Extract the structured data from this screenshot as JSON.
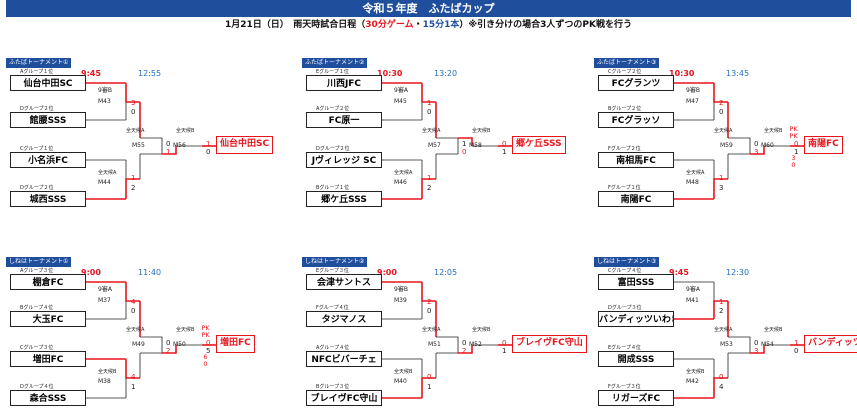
{
  "header": {
    "title": "令和５年度　ふたばカップ",
    "date": "1月21日（日）　雨天時試合日程（",
    "format_red": "30分ゲーム",
    "format_dot": "・",
    "format_blue": "15分1本",
    "close": "）",
    "note": "※引き分けの場合3人ずつのPK戦を行う"
  },
  "brackets": [
    {
      "label": "ふたばトーナメント①",
      "time1": "9:45",
      "time2": "12:55",
      "teams": [
        {
          "group": "Aグループ１位",
          "name": "仙台中田SC"
        },
        {
          "group": "Dグループ２位",
          "name": "館腰SSS"
        },
        {
          "group": "Cグループ１位",
          "name": "小名浜FC"
        },
        {
          "group": "Dグループ２位",
          "name": "城西SSS"
        }
      ],
      "ref1": "9審B",
      "m1": "M43",
      "ref2": "全天候A",
      "m2": "M44",
      "semi_ref": "全天候A",
      "semi": "M55",
      "final_ref": "全天候B",
      "final": "M56",
      "s1": [
        "3",
        "0"
      ],
      "s2": [
        "1",
        "2"
      ],
      "s3": [
        "0",
        "1"
      ],
      "s4": [
        "1",
        "0"
      ],
      "pk": [],
      "winner": "仙台中田SC"
    },
    {
      "label": "ふたばトーナメント②",
      "time1": "10:30",
      "time2": "13:20",
      "teams": [
        {
          "group": "Eグループ１位",
          "name": "川西JFC"
        },
        {
          "group": "Aグループ２位",
          "name": "FC原一"
        },
        {
          "group": "Dグループ２位",
          "name": "Jヴィレッジ SC"
        },
        {
          "group": "Bグループ１位",
          "name": "郷ケ丘SSS"
        }
      ],
      "ref1": "9審A",
      "m1": "M45",
      "ref2": "全天候A",
      "m2": "M46",
      "semi_ref": "全天候A",
      "semi": "M57",
      "final_ref": "全天候B",
      "final": "M58",
      "s1": [
        "1",
        "0"
      ],
      "s2": [
        "1",
        "2"
      ],
      "s3": [
        "1",
        "0"
      ],
      "s4": [
        "0",
        "1"
      ],
      "pk": [],
      "winner": "郷ケ丘SSS"
    },
    {
      "label": "ふたばトーナメント③",
      "time1": "10:30",
      "time2": "13:45",
      "teams": [
        {
          "group": "Cグループ２位",
          "name": "FCグランツ"
        },
        {
          "group": "Bグループ２位",
          "name": "FCグラッソ"
        },
        {
          "group": "Fグループ２位",
          "name": "南相馬FC"
        },
        {
          "group": "Fグループ１位",
          "name": "南陽FC"
        }
      ],
      "ref1": "9審B",
      "m1": "M47",
      "ref2": "全天候A",
      "m2": "M48",
      "semi_ref": "全天候A",
      "semi": "M59",
      "final_ref": "全天候B",
      "final": "M60",
      "s1": [
        "2",
        "0"
      ],
      "s2": [
        "1",
        "3"
      ],
      "s3": [
        "0",
        "3"
      ],
      "s4": [
        "0",
        "1"
      ],
      "pk": [
        "PK",
        "PK",
        "3",
        "0"
      ],
      "winner": "南陽FC"
    },
    {
      "label": "しねはトーナメント①",
      "time1": "9:00",
      "time2": "11:40",
      "teams": [
        {
          "group": "Aグループ３位",
          "name": "棚倉FC"
        },
        {
          "group": "Bグループ４位",
          "name": "大玉FC"
        },
        {
          "group": "Cグループ３位",
          "name": "増田FC"
        },
        {
          "group": "Dグループ４位",
          "name": "森合SSS"
        }
      ],
      "ref1": "9審A",
      "m1": "M37",
      "ref2": "全天候B",
      "m2": "M38",
      "semi_ref": "全天候A",
      "semi": "M49",
      "final_ref": "全天候B",
      "final": "M50",
      "s1": [
        "4",
        "0"
      ],
      "s2": [
        "4",
        "1"
      ],
      "s3": [
        "0",
        "2"
      ],
      "s4": [
        "0",
        "5"
      ],
      "pk": [
        "PK",
        "PK",
        "6",
        "0"
      ],
      "winner": "増田FC"
    },
    {
      "label": "しねはトーナメント②",
      "time1": "9:00",
      "time2": "12:05",
      "teams": [
        {
          "group": "Eグループ３位",
          "name": "会津サントス"
        },
        {
          "group": "Fグループ４位",
          "name": "タジマノス"
        },
        {
          "group": "Aグループ４位",
          "name": "NFCビバーチェ"
        },
        {
          "group": "Bグループ３位",
          "name": "ブレイヴFC守山"
        }
      ],
      "ref1": "9審B",
      "m1": "M39",
      "ref2": "全天候B",
      "m2": "M40",
      "semi_ref": "全天候A",
      "semi": "M51",
      "final_ref": "全天候B",
      "final": "M52",
      "s1": [
        "2",
        "0"
      ],
      "s2": [
        "0",
        "1"
      ],
      "s3": [
        "0",
        "2"
      ],
      "s4": [
        "0",
        "1"
      ],
      "pk": [],
      "winner": "ブレイヴFC守山"
    },
    {
      "label": "しねはトーナメント③",
      "time1": "9:45",
      "time2": "12:30",
      "teams": [
        {
          "group": "Cグループ４位",
          "name": "富田SSS"
        },
        {
          "group": "Dグループ３位",
          "name": "バンディッツいわき"
        },
        {
          "group": "Eグループ４位",
          "name": "開成SSS"
        },
        {
          "group": "Fグループ３位",
          "name": "リガーズFC"
        }
      ],
      "ref1": "9審A",
      "m1": "M41",
      "ref2": "全天候B",
      "m2": "M42",
      "semi_ref": "全天候A",
      "semi": "M53",
      "final_ref": "全天候B",
      "final": "M54",
      "s1": [
        "1",
        "2"
      ],
      "s2": [
        "0",
        "4"
      ],
      "s3": [
        "0",
        "3"
      ],
      "s4": [
        "1",
        "0"
      ],
      "pk": [],
      "winner": "バンディッツいわき"
    }
  ],
  "colors": {
    "navy": "#1f4e9c",
    "red": "#e8141c",
    "blue": "#1f6fbf",
    "line": "#222222"
  }
}
